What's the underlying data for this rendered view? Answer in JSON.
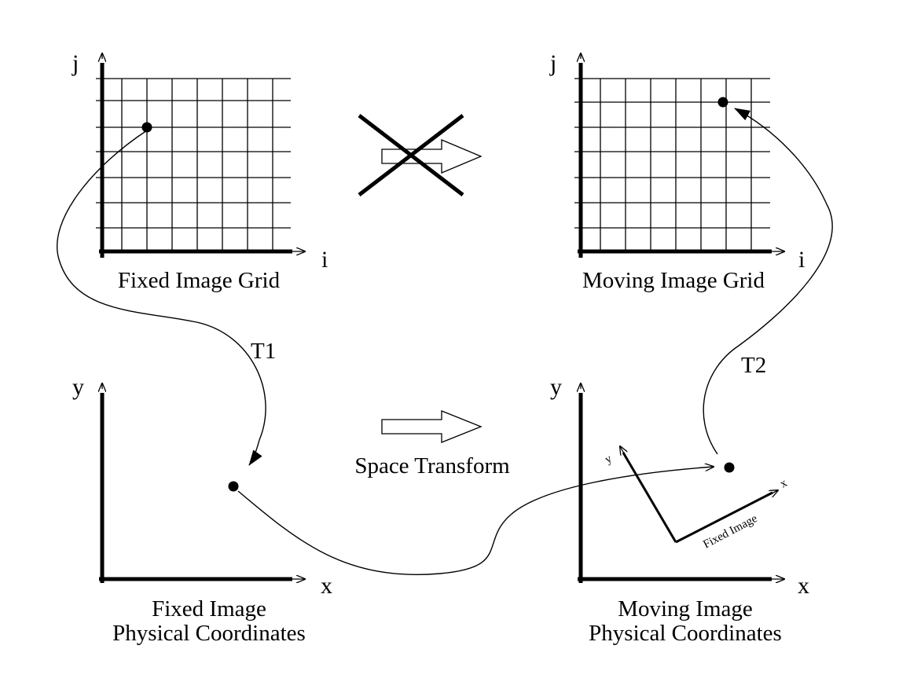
{
  "panels": {
    "fixed_grid": {
      "caption": "Fixed Image Grid",
      "axis_x": "i",
      "axis_y": "j"
    },
    "moving_grid": {
      "caption": "Moving Image Grid",
      "axis_x": "i",
      "axis_y": "j"
    },
    "fixed_physical": {
      "caption_line1": "Fixed Image",
      "caption_line2": "Physical Coordinates",
      "axis_x": "x",
      "axis_y": "y"
    },
    "moving_physical": {
      "caption_line1": "Moving Image",
      "caption_line2": "Physical Coordinates",
      "axis_x": "x",
      "axis_y": "y"
    }
  },
  "transforms": {
    "t1": "T1",
    "t2": "T2"
  },
  "space_transform_label": "Space Transform",
  "fixed_frame": {
    "label": "Fixed Image",
    "axis_x": "x",
    "axis_y": "y"
  }
}
